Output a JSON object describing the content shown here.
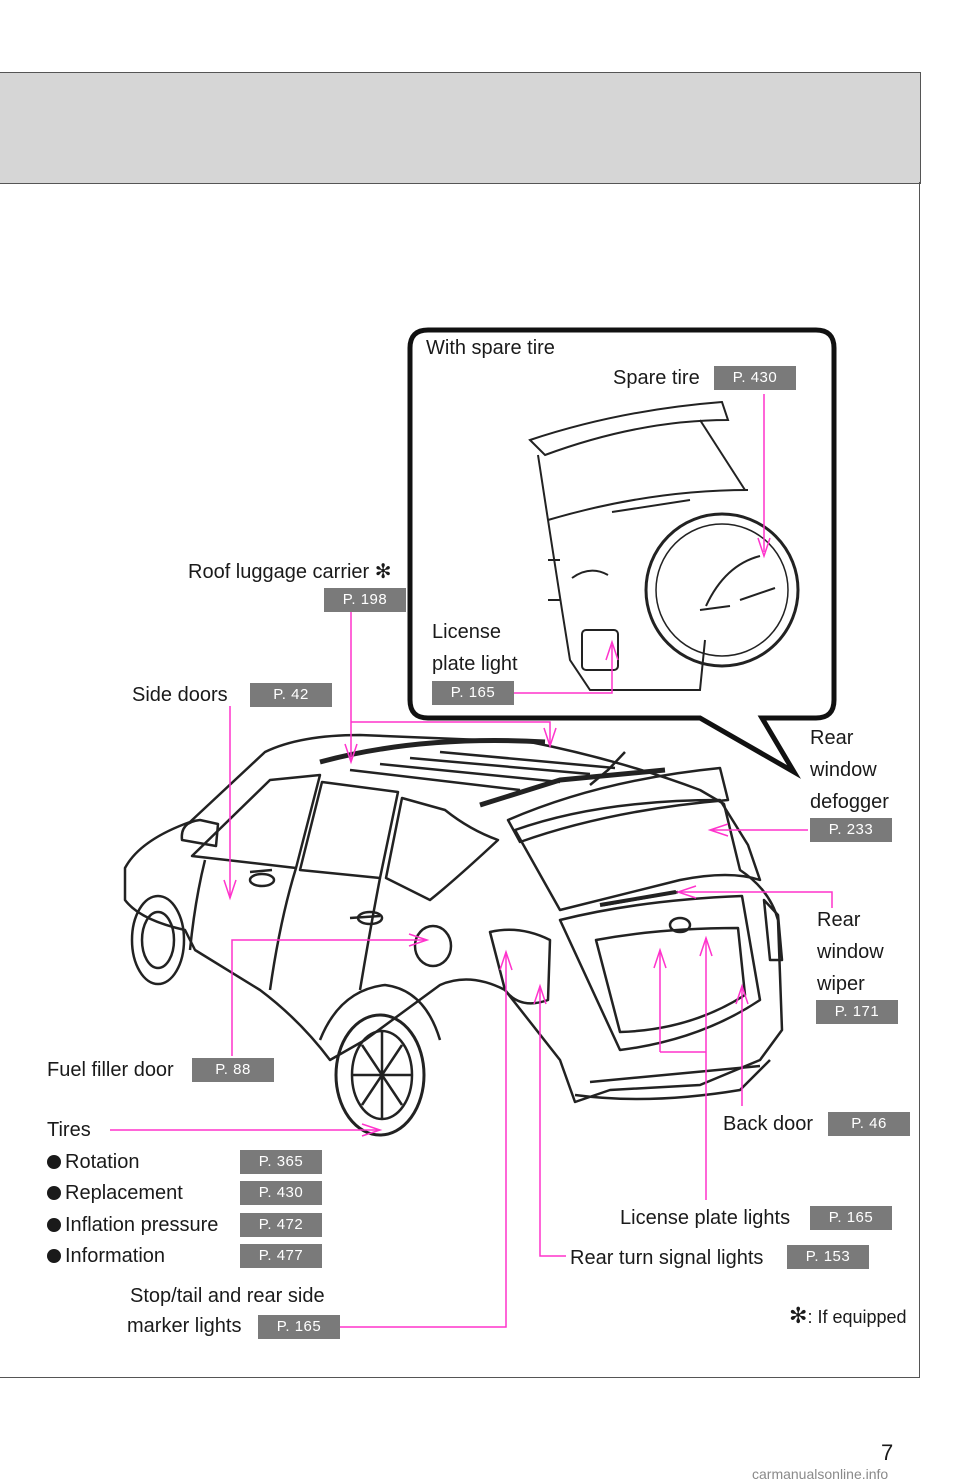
{
  "inset": {
    "title": "With spare tire"
  },
  "labels": {
    "spare_tire": "Spare tire",
    "license_plate_light_1": "License",
    "license_plate_light_2": "plate light",
    "roof_luggage_carrier": "Roof luggage carrier",
    "side_doors": "Side doors",
    "rear_window_defogger_1": "Rear",
    "rear_window_defogger_2": "window",
    "rear_window_defogger_3": "defogger",
    "rear_window_wiper_1": "Rear",
    "rear_window_wiper_2": "window",
    "rear_window_wiper_3": "wiper",
    "fuel_filler_door": "Fuel filler door",
    "back_door": "Back door",
    "tires": "Tires",
    "rotation": "Rotation",
    "replacement": "Replacement",
    "inflation_pressure": "Inflation pressure",
    "information": "Information",
    "license_plate_lights": "License plate lights",
    "rear_turn_signal_lights": "Rear turn signal lights",
    "stop_tail_1": "Stop/tail and rear side",
    "stop_tail_2": "marker lights"
  },
  "pages": {
    "spare_tire": "P. 430",
    "license_plate_light": "P. 165",
    "roof_luggage_carrier": "P. 198",
    "side_doors": "P. 42",
    "rear_window_defogger": "P. 233",
    "rear_window_wiper": "P. 171",
    "fuel_filler_door": "P. 88",
    "back_door": "P. 46",
    "rotation": "P. 365",
    "replacement": "P. 430",
    "inflation_pressure": "P. 472",
    "information": "P. 477",
    "license_plate_lights": "P. 165",
    "rear_turn_signal_lights": "P. 153",
    "stop_tail": "P. 165"
  },
  "footnote": ": If equipped",
  "asterisk": "✻",
  "page_number": "7",
  "watermark": "carmanualsonline.info",
  "colors": {
    "leader_line": "#ff33cc",
    "badge": "#7a7a7a",
    "header_band": "#d6d6d6"
  }
}
